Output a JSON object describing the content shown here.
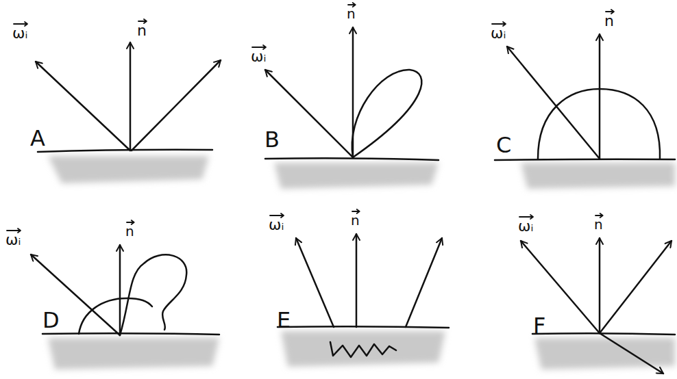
{
  "diagram": {
    "labels": [
      "ωᵢ",
      "n",
      "A",
      "ωᵢ",
      "n",
      "B",
      "ωᵢ",
      "n",
      "C",
      "ωᵢ",
      "n",
      "D",
      "ωᵢ",
      "n",
      "E",
      "ωᵢ",
      "n",
      "F"
    ]
  }
}
